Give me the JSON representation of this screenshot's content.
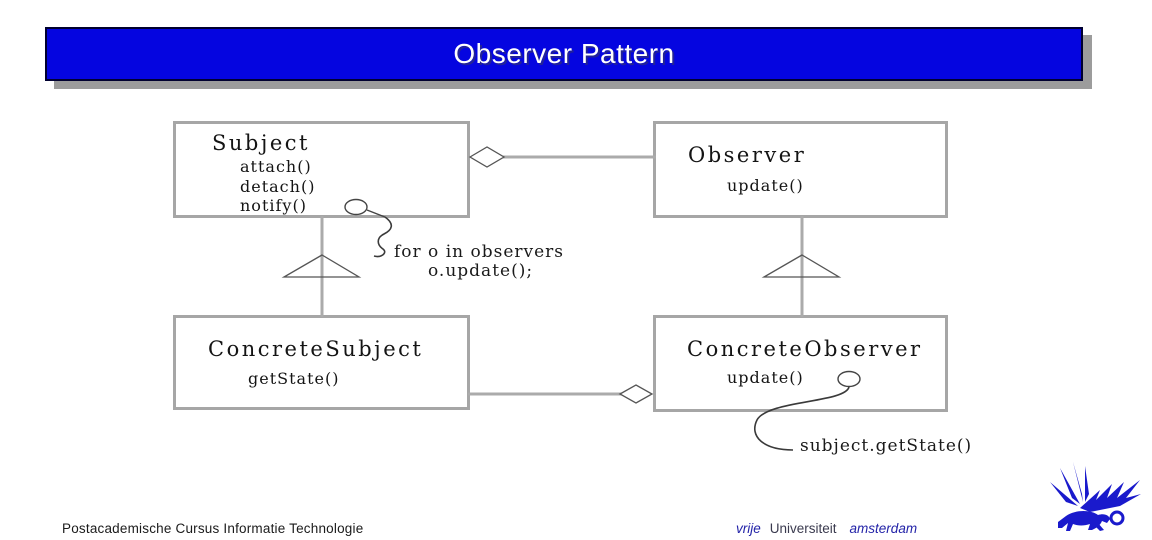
{
  "title_bar": {
    "text": "Observer Pattern"
  },
  "diagram": {
    "classes": {
      "subject": {
        "name": "Subject",
        "methods": [
          "attach()",
          "detach()",
          "notify()"
        ]
      },
      "observer": {
        "name": "Observer",
        "methods": [
          "update()"
        ]
      },
      "concrete_subject": {
        "name": "ConcreteSubject",
        "methods": [
          "getState()"
        ]
      },
      "concrete_observer": {
        "name": "ConcreteObserver",
        "methods": [
          "update()"
        ]
      }
    },
    "annotations": {
      "loop_line1": "for o in observers",
      "loop_line2": "o.update();",
      "getstate": "subject.getState()"
    },
    "relations": {
      "top_aggregation": "Subject ◇— Observer",
      "bottom_aggregation": "ConcreteSubject —◇ ConcreteObserver",
      "left_generalization": "ConcreteSubject —▷ Subject",
      "right_generalization": "ConcreteObserver —▷ Observer"
    }
  },
  "footer": {
    "course": "Postacademische Cursus Informatie Technologie",
    "university": {
      "part1": "vrije",
      "part2": "Universiteit",
      "part3": "amsterdam"
    },
    "logo_name": "vu-griffin-logo"
  },
  "colors": {
    "title_bg": "#0505e0",
    "title_border": "#000030",
    "title_shadow": "#9c9c9c",
    "title_text": "#ffffff",
    "box_border": "#a6a6a6",
    "connector_gray": "#ababab",
    "outline_dark": "#555555",
    "diagram_text": "#141414",
    "footer_text": "#1b1b1b",
    "footer_navy": "#2323a8",
    "logo_blue": "#1a1acc"
  }
}
